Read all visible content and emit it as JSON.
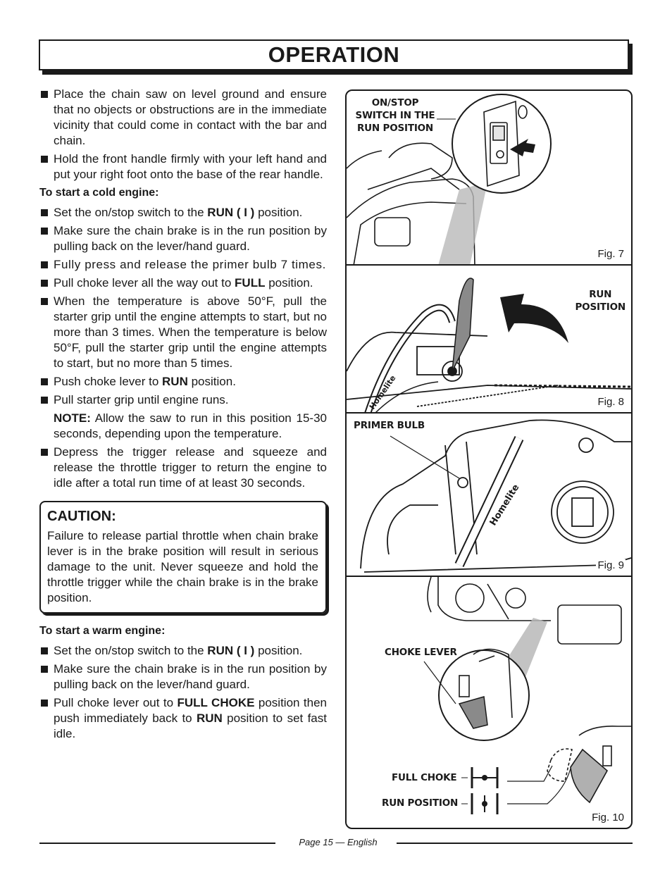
{
  "header": {
    "title": "OPERATION"
  },
  "left": {
    "intro_bullets": [
      "Place the chain saw on level ground and ensure that no objects or obstructions are in the immediate vicinity that could come in contact with the bar and chain.",
      "Hold the front handle firmly with your left hand and put your right foot onto the base of the rear handle."
    ],
    "cold": {
      "heading": "To start a cold engine:",
      "b1_pre": "Set the on/stop switch to the ",
      "b1_bold": "RUN ( I )",
      "b1_post": " position.",
      "b2": "Make sure the chain brake is in the run position by pulling back on the lever/hand guard.",
      "b3": "Fully press and release the primer bulb 7 times.",
      "b4_pre": "Pull choke lever all the way out to ",
      "b4_bold": "FULL",
      "b4_post": " position.",
      "b5": "When the temperature is above 50°F, pull the starter grip until the engine attempts to start, but no more than 3 times. When the temperature is below 50°F, pull the starter grip until the engine attempts to start, but no more than 5 times.",
      "b6_pre": "Push choke lever to ",
      "b6_bold": "RUN",
      "b6_post": " position.",
      "b7": "Pull starter grip until engine runs.",
      "note_label": "NOTE:",
      "note_text": "  Allow the saw to run in this position 15-30 seconds, depending upon the temperature.",
      "b8": "Depress the trigger release and squeeze and release the throttle trigger to return the engine to idle after a total run time of at least 30 seconds."
    },
    "caution": {
      "title": "CAUTION:",
      "text": "Failure to release partial throttle when chain brake lever is in the brake position will result in serious damage to the unit. Never squeeze and hold the throttle trigger while the chain brake is in the brake position."
    },
    "warm": {
      "heading": "To start a warm engine:",
      "b1_pre": "Set the on/stop switch to the ",
      "b1_bold": "RUN ( I )",
      "b1_post": " position.",
      "b2": "Make sure the chain brake is in the run position by pulling back on the lever/hand guard.",
      "b3_pre": "Pull choke lever out to ",
      "b3_bold": "FULL CHOKE",
      "b3_mid": " position then push immediately back to ",
      "b3_bold2": "RUN",
      "b3_post": " position to set fast idle."
    }
  },
  "figures": {
    "fig7": {
      "label": "Fig. 7",
      "callout": "ON/STOP\nSWITCH IN THE\nRUN POSITION"
    },
    "fig8": {
      "label": "Fig. 8",
      "callout": "RUN\nPOSITION"
    },
    "fig9": {
      "label": "Fig. 9",
      "callout": "PRIMER BULB",
      "brand": "Homelite"
    },
    "fig10": {
      "label": "Fig. 10",
      "callout_choke": "CHOKE LEVER",
      "callout_full": "FULL CHOKE",
      "callout_run": "RUN POSITION"
    }
  },
  "footer": {
    "text": "Page 15  — English"
  }
}
